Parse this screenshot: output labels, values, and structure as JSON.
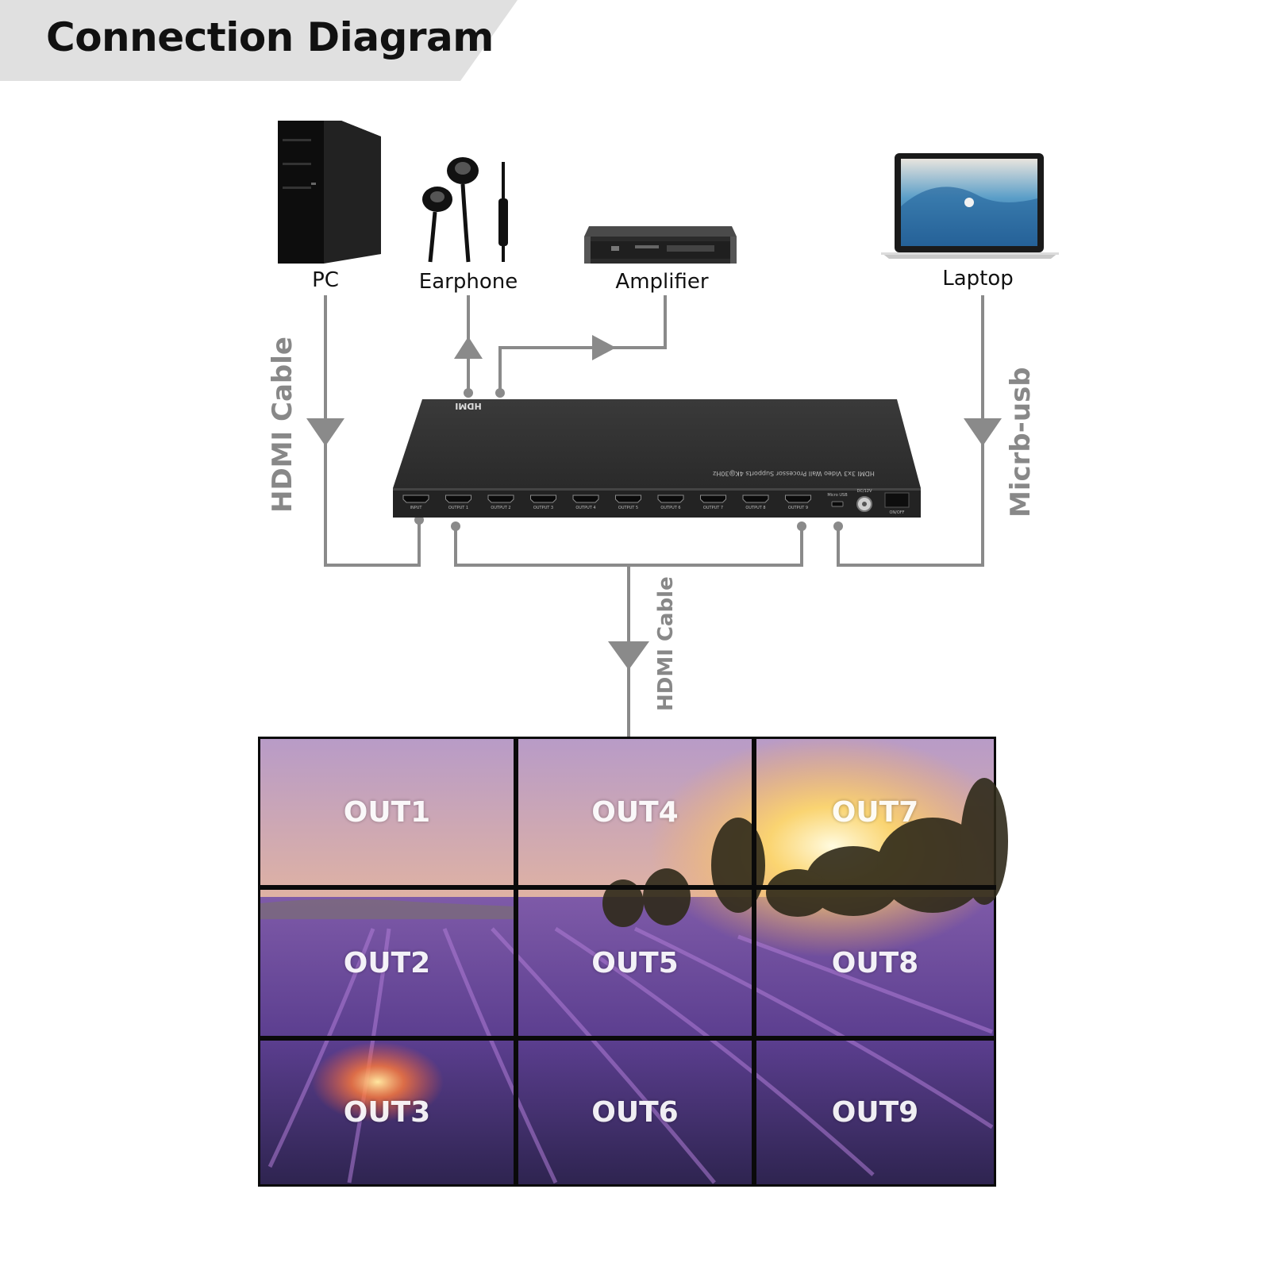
{
  "title": "Connection Diagram",
  "devices": {
    "pc": "PC",
    "earphone": "Earphone",
    "amplifier": "Amplifier",
    "laptop": "Laptop"
  },
  "cables": {
    "left": "HDMI Cable",
    "right": "Micrb-usb",
    "center": "HDMI Cable"
  },
  "processor": {
    "brand": "HDMI",
    "model": "HDMI 3x3 Video Wall Processor Supports 4K@30Hz",
    "ports": [
      "INPUT",
      "OUTPUT 1",
      "OUTPUT 2",
      "OUTPUT 3",
      "OUTPUT 4",
      "OUTPUT 5",
      "OUTPUT 6",
      "OUTPUT 7",
      "OUTPUT 8",
      "OUTPUT 9"
    ],
    "micro_usb": "Micro USB",
    "dc": "DC/12V",
    "power": "ON/OFF"
  },
  "video_wall": {
    "panels": [
      "OUT1",
      "OUT2",
      "OUT3",
      "OUT4",
      "OUT5",
      "OUT6",
      "OUT7",
      "OUT8",
      "OUT9"
    ]
  },
  "colors": {
    "line": "#8a8a8a",
    "banner": "#e0e0e0",
    "device": "#3b3b3b"
  }
}
